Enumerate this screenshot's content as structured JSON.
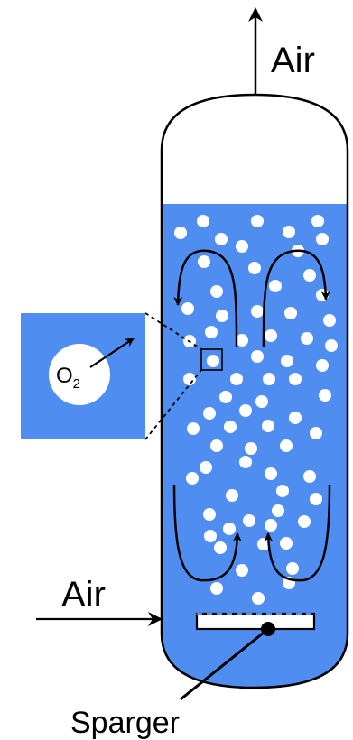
{
  "labels": {
    "air_out": "Air",
    "air_in": "Air",
    "sparger": "Sparger",
    "oxygen_main": "O",
    "oxygen_sub": "2"
  },
  "colors": {
    "liquid": "#4f8ef0",
    "bubble": "#ffffff",
    "outline": "#000000",
    "background": "#ffffff"
  },
  "icons": {
    "air_outlet_arrow": "arrow-up-icon",
    "air_inlet_arrow": "arrow-right-icon",
    "circulation_arrows": "curved-arrow-icon",
    "oxygen_transfer_arrow": "arrow-up-right-icon"
  }
}
